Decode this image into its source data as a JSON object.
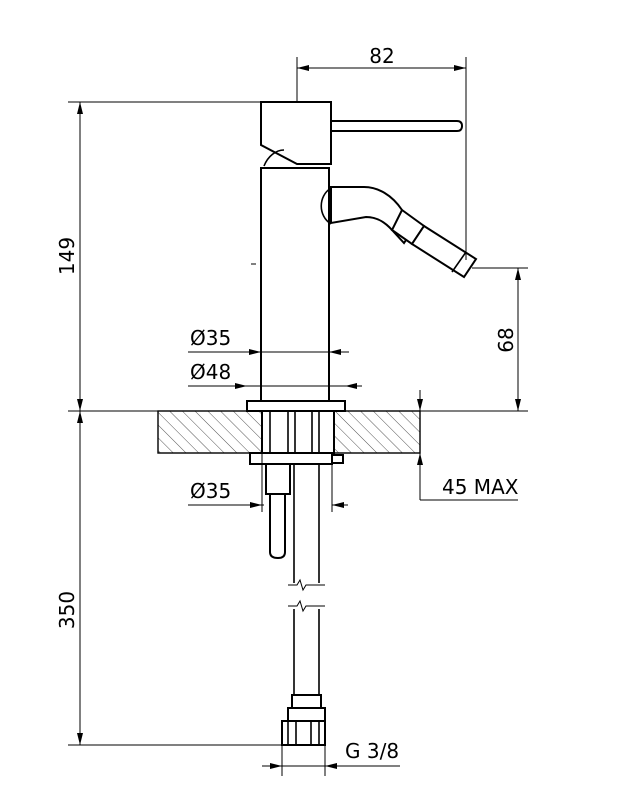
{
  "dimensions": {
    "spout_reach": "82",
    "height_above_deck": "149",
    "spout_outlet_height": "68",
    "body_diameter": "Ø35",
    "base_diameter": "Ø48",
    "shank_diameter": "Ø35",
    "max_deck_thickness": "45 MAX",
    "hose_length": "350",
    "hose_connection": "G 3/8"
  }
}
